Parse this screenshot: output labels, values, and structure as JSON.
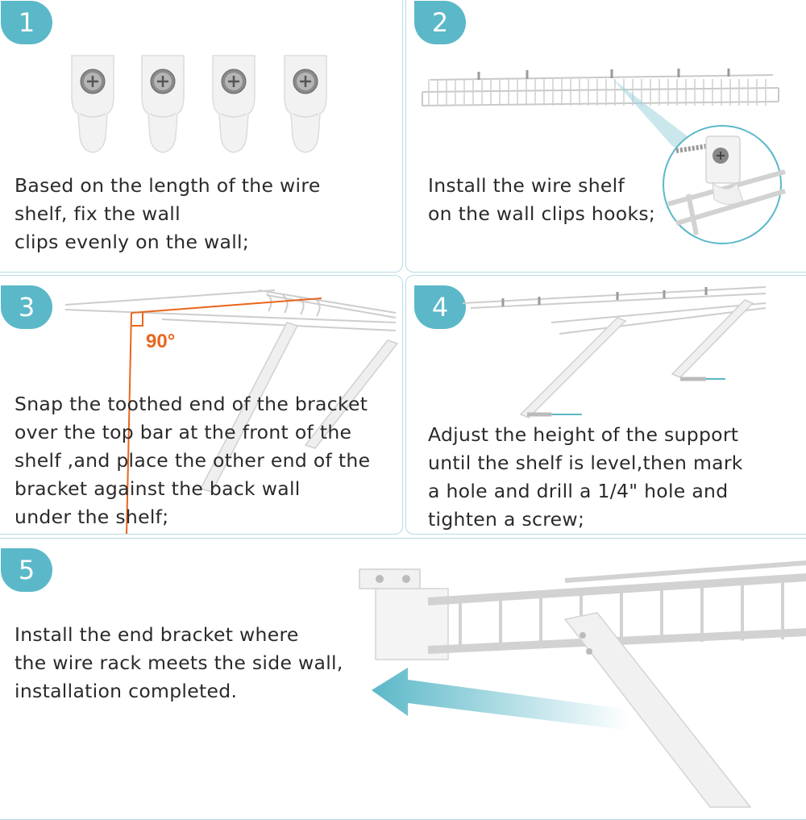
{
  "steps": [
    {
      "number": "1",
      "lines": [
        "Based on the length of the wire",
        "shelf, fix the wall",
        "clips evenly on the wall;"
      ]
    },
    {
      "number": "2",
      "lines": [
        "Install the wire shelf",
        "on the wall clips hooks;"
      ]
    },
    {
      "number": "3",
      "lines": [
        "Snap the toothed end of the bracket",
        "over the top bar at the front of the",
        "shelf ,and place the other end of the",
        "bracket against the back wall",
        "under the shelf;"
      ],
      "angle_label": "90°"
    },
    {
      "number": "4",
      "lines": [
        "Adjust the height of the support",
        "until the shelf is level,then mark",
        "a hole and drill a 1/4\" hole and",
        "tighten a screw;"
      ]
    },
    {
      "number": "5",
      "lines": [
        "Install the end bracket where",
        "the wire rack meets the side wall,",
        "installation completed."
      ]
    }
  ],
  "colors": {
    "accent": "#5bb8c8",
    "angle": "#e8661e",
    "panel_border": "#b7dbe3",
    "text": "#2a2a2a"
  },
  "icons": [
    "wall-clip-icon",
    "wire-shelf-icon",
    "bracket-icon",
    "screw-anchor-icon",
    "end-bracket-icon",
    "arrow-left-icon"
  ]
}
